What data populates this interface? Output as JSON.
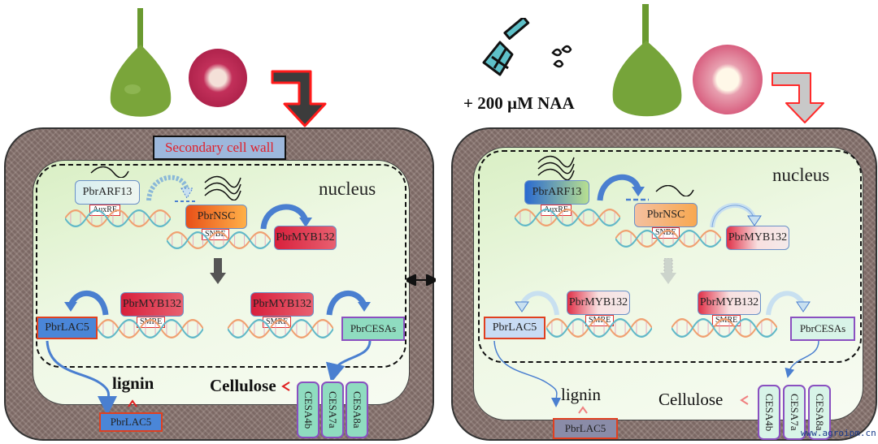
{
  "left_panel": {
    "secondary_cell_wall": "Secondary cell wall",
    "nucleus": "nucleus",
    "arf13": "PbrARF13",
    "auxre": "AuxRE",
    "nsc": "PbrNSC",
    "snbe": "SNBE",
    "myb132_top": "PbrMYB132",
    "myb132_left": "PbrMYB132",
    "myb132_right": "PbrMYB132",
    "smre_left": "SMRE",
    "smre_right": "SMRE",
    "lac5": "PbrLAC5",
    "cesas": "PbrCESAs",
    "lignin": "lignin",
    "cellulose": "Cellulose",
    "lac5_wall": "PbrLAC5",
    "cesa_units": [
      "CESA4b",
      "CESA7a",
      "CESA8a"
    ]
  },
  "right_panel": {
    "treatment": "+ 200 µM NAA",
    "nucleus": "nucleus",
    "arf13": "PbrARF13",
    "auxre": "AuxRE",
    "nsc": "PbrNSC",
    "snbe": "SNBE",
    "myb132_top": "PbrMYB132",
    "myb132_left": "PbrMYB132",
    "myb132_right": "PbrMYB132",
    "smre_left": "SMRE",
    "smre_right": "SMRE",
    "lac5": "PbrLAC5",
    "cesas": "PbrCESAs",
    "lignin": "lignin",
    "cellulose": "Cellulose",
    "lac5_wall": "PbrLAC5",
    "cesa_units": [
      "CESA4b",
      "CESA7a",
      "CESA8a"
    ]
  },
  "watermark": {
    "text": "www.agroipm.cn"
  },
  "colors": {
    "myb_strong": "#d8233f",
    "nsc_orange": "#f07a2a",
    "lac_blue": "#4a86d8",
    "cesa_green": "#8fdcc0",
    "outline_red": "#e04020",
    "outline_purple": "#8a50c0",
    "arrow_blue": "#4a7fd0"
  }
}
